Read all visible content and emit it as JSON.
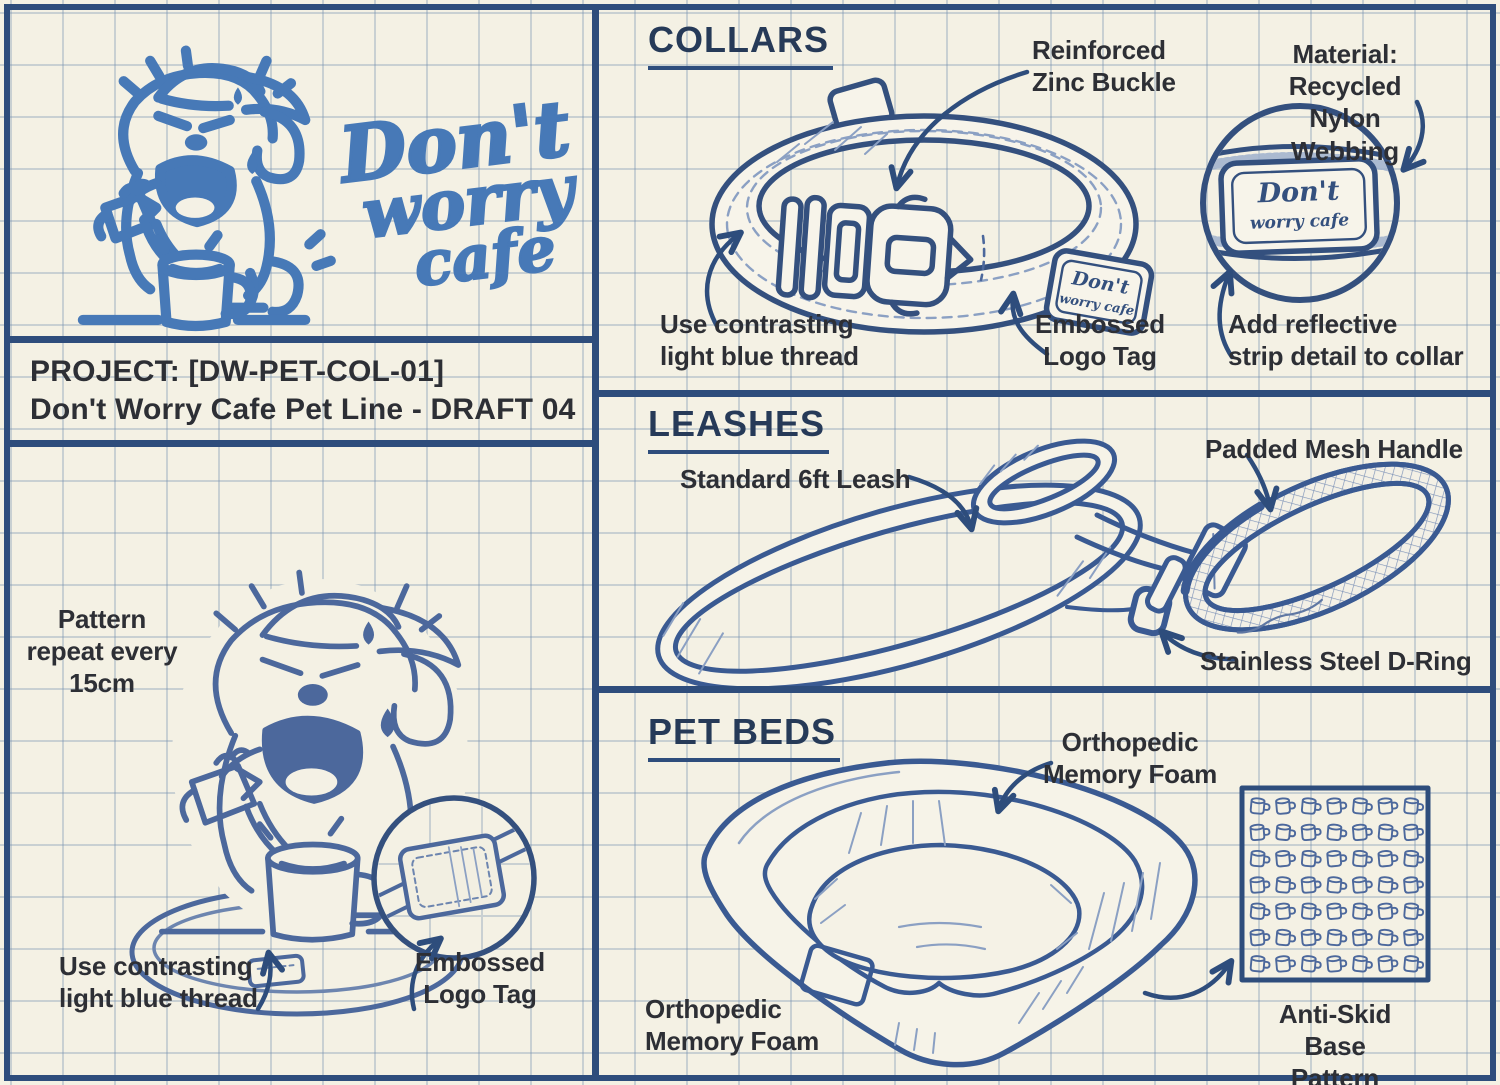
{
  "colors": {
    "paper": "#f4f1e4",
    "grid_line": "#a9bccf",
    "frame_navy": "#2e4d7c",
    "ink_navy": "#34507e",
    "ink_light": "#8ba0c3",
    "logo_blue": "#4779b7",
    "sketch_blue": "#4c689c",
    "label_text": "#2d2f35",
    "heading_text": "#263a58"
  },
  "logo_panel": {
    "script1": "Don't",
    "script2": "worry",
    "script3": "cafe"
  },
  "project_panel": {
    "line1": "PROJECT: [DW-PET-COL-01]",
    "line2": "Don't Worry Cafe Pet Line - DRAFT 04"
  },
  "collars": {
    "title": "COLLARS",
    "buckle_note": "Reinforced\nZinc Buckle",
    "material_note": "Material: Recycled\nNylon Webbing",
    "thread_note": "Use contrasting\nlight blue thread",
    "tag_note": "Embossed\nLogo Tag",
    "reflective_note": "Add reflective\nstrip detail to collar",
    "patch_line1": "Don't",
    "patch_line2": "worry cafe"
  },
  "leashes": {
    "title": "LEASHES",
    "leash_note": "Standard 6ft Leash",
    "handle_note": "Padded Mesh Handle",
    "dring_note": "Stainless Steel D-Ring"
  },
  "petbeds": {
    "title": "PET BEDS",
    "foam_note_top": "Orthopedic\nMemory Foam",
    "foam_note_left": "Orthopedic\nMemory Foam",
    "antiskid_note": "Anti-Skid\nBase Pattern",
    "pattern_grid": {
      "rows": 7,
      "cols": 7,
      "icon": "coffee-mug"
    }
  },
  "sketch_panel": {
    "pattern_note": "Pattern\nrepeat every\n15cm",
    "thread_note": "Use contrasting\nlight blue thread",
    "tag_note": "Embossed\nLogo Tag"
  }
}
